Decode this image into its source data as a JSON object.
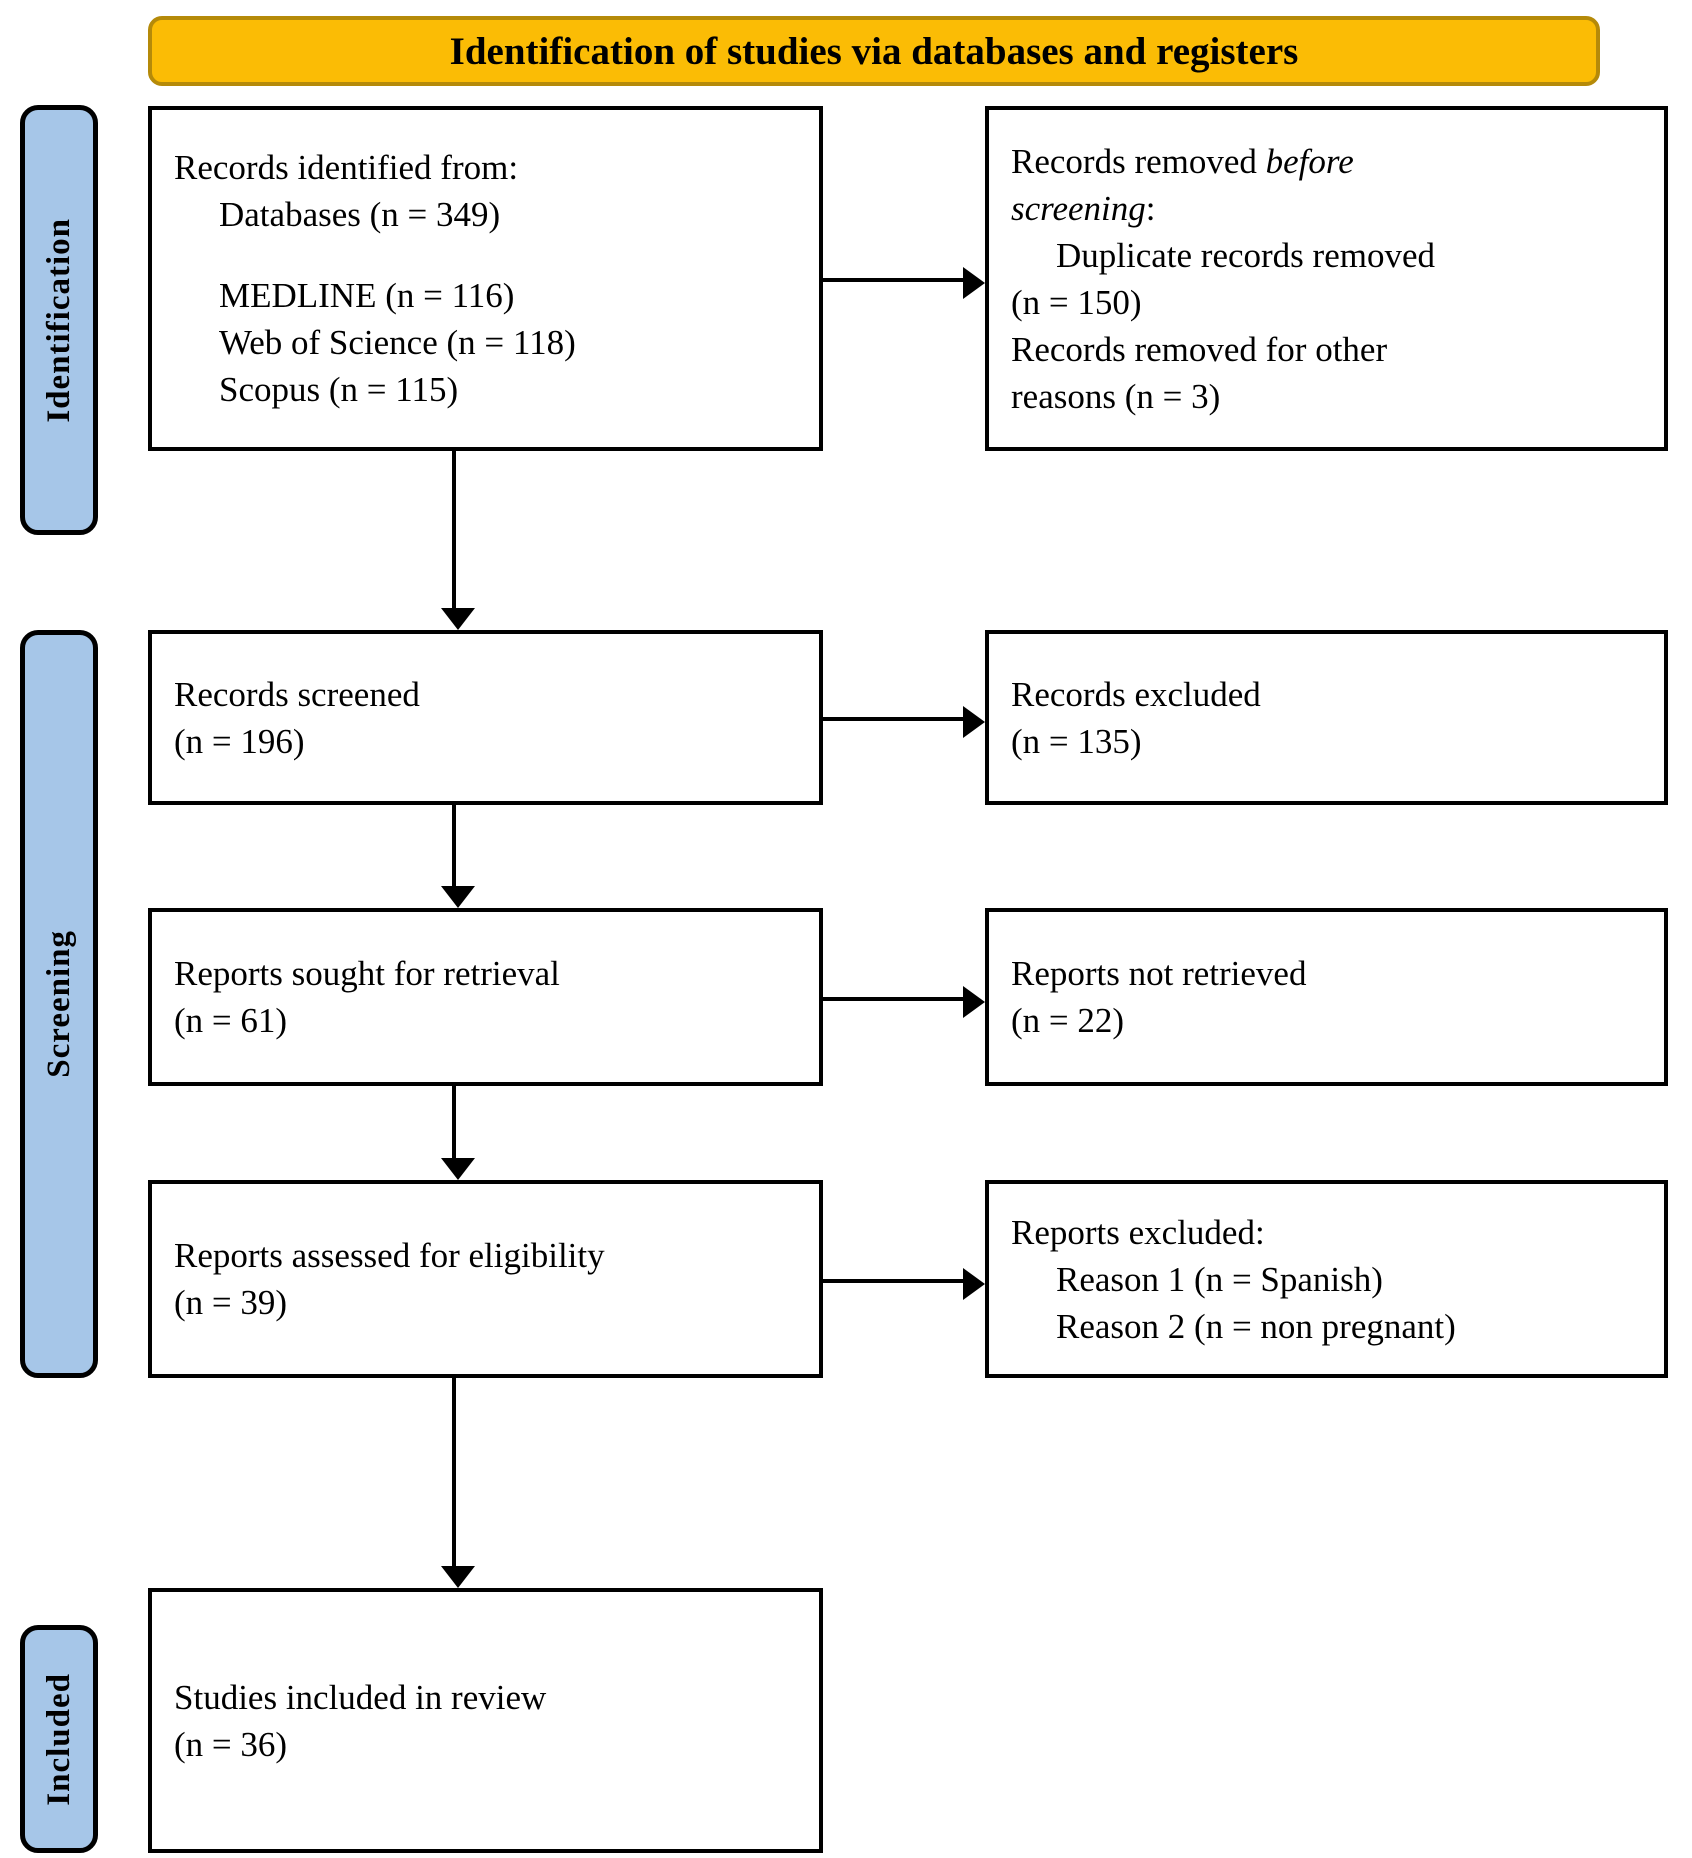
{
  "header": {
    "title": "Identification of studies via databases and registers",
    "fill_color": "#FBBC05",
    "border_color": "#B58A09"
  },
  "stages": [
    {
      "id": "identification",
      "label": "Identification",
      "fill_color": "#A6C6E8"
    },
    {
      "id": "screening",
      "label": "Screening",
      "fill_color": "#A6C6E8"
    },
    {
      "id": "included",
      "label": "Included",
      "fill_color": "#A6C6E8"
    }
  ],
  "boxes": {
    "identified": {
      "l1": "Records identified from:",
      "l2": "Databases (n = 349)",
      "l3": "MEDLINE (n = 116)",
      "l4": "Web of Science (n = 118)",
      "l5": "Scopus (n = 115)"
    },
    "removed_before": {
      "l1a": "Records removed ",
      "l1b": "before",
      "l2a": "screening",
      "l2b": ":",
      "l3": "Duplicate records removed",
      "l4": "(n = 150)",
      "l5": "Records removed for other",
      "l6": "reasons (n = 3)"
    },
    "screened": {
      "l1": "Records screened",
      "l2": "(n = 196)"
    },
    "excluded": {
      "l1": "Records excluded",
      "l2": "(n = 135)"
    },
    "sought": {
      "l1": "Reports sought for retrieval",
      "l2": "(n = 61)"
    },
    "not_retrieved": {
      "l1": "Reports not retrieved",
      "l2": "(n = 22)"
    },
    "assessed": {
      "l1": "Reports assessed for eligibility",
      "l2": "(n = 39)"
    },
    "reports_excluded": {
      "l1": "Reports excluded:",
      "l2": "Reason 1 (n = Spanish)",
      "l3": "Reason 2 (n = non pregnant)"
    },
    "included": {
      "l1": "Studies included in review",
      "l2": "(n = 36)"
    }
  },
  "chart_data": {
    "type": "diagram",
    "title": "PRISMA flow diagram — Identification of studies via databases and registers",
    "nodes": [
      {
        "stage": "Identification",
        "label": "Records identified from Databases",
        "n": 349
      },
      {
        "stage": "Identification",
        "label": "MEDLINE",
        "n": 116
      },
      {
        "stage": "Identification",
        "label": "Web of Science",
        "n": 118
      },
      {
        "stage": "Identification",
        "label": "Scopus",
        "n": 115
      },
      {
        "stage": "Identification",
        "label": "Duplicate records removed",
        "n": 150
      },
      {
        "stage": "Identification",
        "label": "Records removed for other reasons",
        "n": 3
      },
      {
        "stage": "Screening",
        "label": "Records screened",
        "n": 196
      },
      {
        "stage": "Screening",
        "label": "Records excluded",
        "n": 135
      },
      {
        "stage": "Screening",
        "label": "Reports sought for retrieval",
        "n": 61
      },
      {
        "stage": "Screening",
        "label": "Reports not retrieved",
        "n": 22
      },
      {
        "stage": "Screening",
        "label": "Reports assessed for eligibility",
        "n": 39
      },
      {
        "stage": "Screening",
        "label": "Reports excluded: Reason 1 (Spanish)",
        "n": null
      },
      {
        "stage": "Screening",
        "label": "Reports excluded: Reason 2 (non pregnant)",
        "n": null
      },
      {
        "stage": "Included",
        "label": "Studies included in review",
        "n": 36
      }
    ]
  }
}
